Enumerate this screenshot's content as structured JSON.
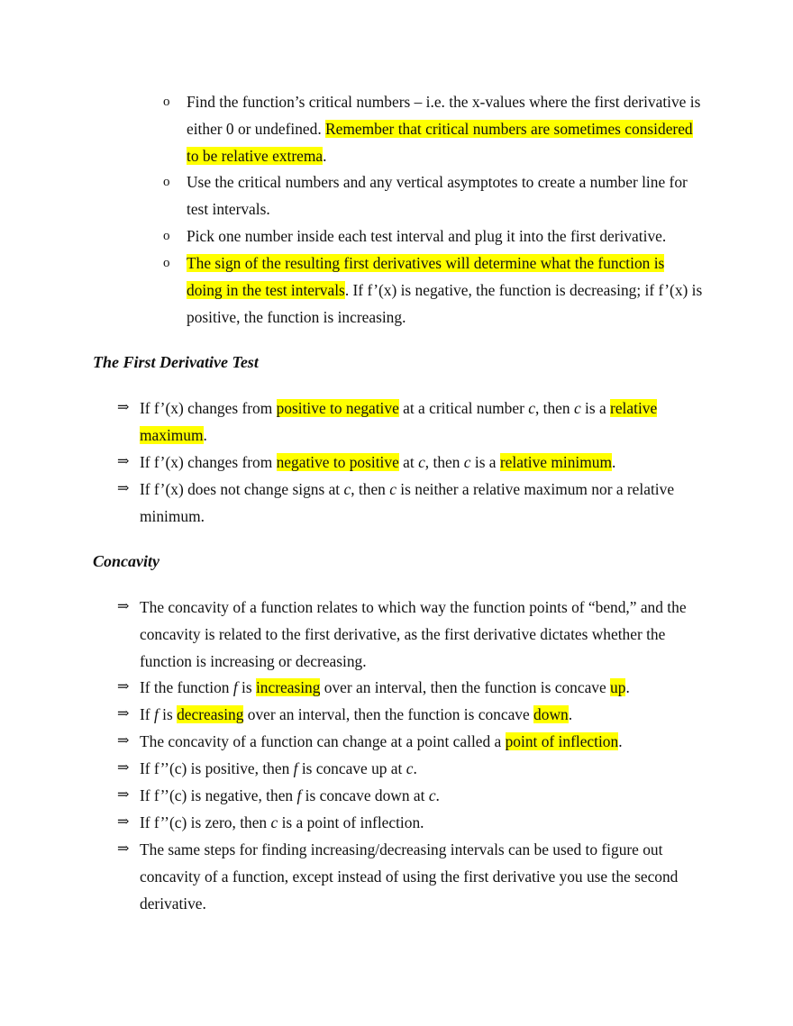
{
  "document": {
    "steps_list": {
      "bullet_glyph": "o",
      "items": [
        {
          "lines": [
            [
              {
                "t": "Find the function’s critical numbers – i.e. the x-values where the first derivative is"
              }
            ],
            [
              {
                "t": "either 0 or undefined. "
              },
              {
                "t": "Remember that critical numbers are sometimes considered",
                "hl": true
              }
            ],
            [
              {
                "t": "to be relative extrema",
                "hl": true
              },
              {
                "t": "."
              }
            ]
          ]
        },
        {
          "lines": [
            [
              {
                "t": "Use the critical numbers and any vertical asymptotes to create a number line for"
              }
            ],
            [
              {
                "t": "test intervals."
              }
            ]
          ]
        },
        {
          "lines": [
            [
              {
                "t": "Pick one number inside each test interval and plug it into the first derivative."
              }
            ]
          ]
        },
        {
          "lines": [
            [
              {
                "t": "The sign of the resulting first derivatives will determine what the function is",
                "hl": true
              }
            ],
            [
              {
                "t": "doing in the test intervals",
                "hl": true
              },
              {
                "t": ". If f’(x) is negative, the function is decreasing; if f’(x) is"
              }
            ],
            [
              {
                "t": "positive, the function is increasing."
              }
            ]
          ]
        }
      ]
    },
    "first_derivative_test": {
      "heading": "The First Derivative Test",
      "bullet_glyph": "⇒",
      "items": [
        {
          "lines": [
            [
              {
                "t": "If f’(x) changes from "
              },
              {
                "t": "positive to negative",
                "hl": true
              },
              {
                "t": " at a critical number "
              },
              {
                "t": "c",
                "it": true
              },
              {
                "t": ", then "
              },
              {
                "t": "c",
                "it": true
              },
              {
                "t": " is a "
              },
              {
                "t": "relative",
                "hl": true
              }
            ],
            [
              {
                "t": "maximum",
                "hl": true
              },
              {
                "t": "."
              }
            ]
          ]
        },
        {
          "lines": [
            [
              {
                "t": "If f’(x) changes from "
              },
              {
                "t": "negative to positive",
                "hl": true
              },
              {
                "t": " at "
              },
              {
                "t": "c",
                "it": true
              },
              {
                "t": ", then "
              },
              {
                "t": "c",
                "it": true
              },
              {
                "t": " is a "
              },
              {
                "t": "relative minimum",
                "hl": true
              },
              {
                "t": "."
              }
            ]
          ]
        },
        {
          "lines": [
            [
              {
                "t": "If f’(x) does not change signs at "
              },
              {
                "t": "c",
                "it": true
              },
              {
                "t": ", then "
              },
              {
                "t": "c",
                "it": true
              },
              {
                "t": " is neither a relative maximum nor a relative"
              }
            ],
            [
              {
                "t": "minimum."
              }
            ]
          ]
        }
      ]
    },
    "concavity": {
      "heading": "Concavity",
      "bullet_glyph": "⇒",
      "items": [
        {
          "lines": [
            [
              {
                "t": "The concavity of a function relates to which way the function points of “bend,” and the"
              }
            ],
            [
              {
                "t": "concavity is related to the first derivative, as the first derivative dictates whether the"
              }
            ],
            [
              {
                "t": "function is increasing or decreasing."
              }
            ]
          ]
        },
        {
          "lines": [
            [
              {
                "t": "If the function "
              },
              {
                "t": "f",
                "it": true
              },
              {
                "t": " is "
              },
              {
                "t": "increasing",
                "hl": true
              },
              {
                "t": " over an interval, then the function is concave "
              },
              {
                "t": "up",
                "hl": true
              },
              {
                "t": "."
              }
            ]
          ]
        },
        {
          "lines": [
            [
              {
                "t": "If "
              },
              {
                "t": "f",
                "it": true
              },
              {
                "t": " is "
              },
              {
                "t": "decreasing",
                "hl": true
              },
              {
                "t": " over an interval, then the function is concave "
              },
              {
                "t": "down",
                "hl": true
              },
              {
                "t": "."
              }
            ]
          ]
        },
        {
          "lines": [
            [
              {
                "t": "The concavity of a function can change at a point called a "
              },
              {
                "t": "point of inflection",
                "hl": true
              },
              {
                "t": "."
              }
            ]
          ]
        },
        {
          "lines": [
            [
              {
                "t": "If f’’(c) is positive, then "
              },
              {
                "t": "f",
                "it": true
              },
              {
                "t": " is concave up at "
              },
              {
                "t": "c",
                "it": true
              },
              {
                "t": "."
              }
            ]
          ]
        },
        {
          "lines": [
            [
              {
                "t": "If f’’(c) is negative, then "
              },
              {
                "t": "f",
                "it": true
              },
              {
                "t": " is concave down at "
              },
              {
                "t": "c",
                "it": true
              },
              {
                "t": "."
              }
            ]
          ]
        },
        {
          "lines": [
            [
              {
                "t": "If f’’(c) is zero, then "
              },
              {
                "t": "c",
                "it": true
              },
              {
                "t": " is a point of inflection."
              }
            ]
          ]
        },
        {
          "lines": [
            [
              {
                "t": "The same steps for finding increasing/decreasing intervals can be used to figure out"
              }
            ],
            [
              {
                "t": "concavity of a function, except instead of using the first derivative you use the second"
              }
            ],
            [
              {
                "t": "derivative."
              }
            ]
          ]
        }
      ]
    }
  },
  "colors": {
    "highlight": "#ffff00",
    "text": "#111111",
    "background": "#ffffff"
  }
}
